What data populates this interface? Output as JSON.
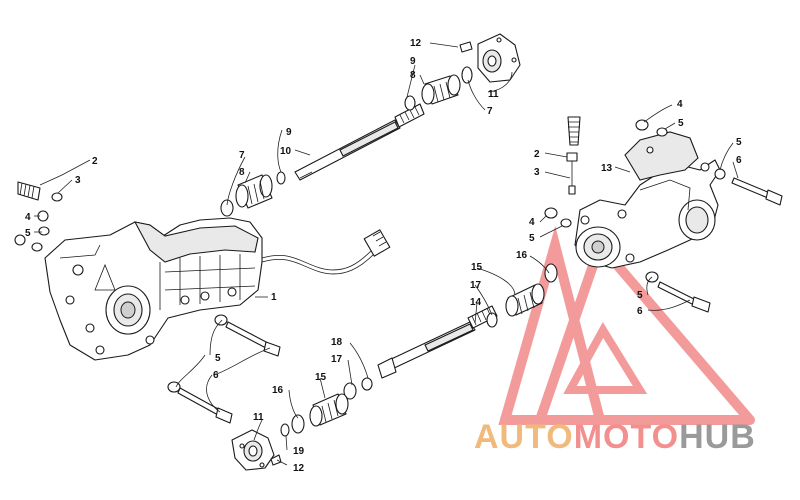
{
  "callouts": [
    {
      "id": "c1",
      "text": "1"
    },
    {
      "id": "c2a",
      "text": "2"
    },
    {
      "id": "c3a",
      "text": "3"
    },
    {
      "id": "c4a",
      "text": "4"
    },
    {
      "id": "c5a",
      "text": "5"
    },
    {
      "id": "c5b",
      "text": "5"
    },
    {
      "id": "c6a",
      "text": "6"
    },
    {
      "id": "c7a",
      "text": "7"
    },
    {
      "id": "c8a",
      "text": "8"
    },
    {
      "id": "c9a",
      "text": "9"
    },
    {
      "id": "c10",
      "text": "10"
    },
    {
      "id": "c12a",
      "text": "12"
    },
    {
      "id": "c9b",
      "text": "9"
    },
    {
      "id": "c8b",
      "text": "8"
    },
    {
      "id": "c11a",
      "text": "11"
    },
    {
      "id": "c7b",
      "text": "7"
    },
    {
      "id": "c4b",
      "text": "4"
    },
    {
      "id": "c5c",
      "text": "5"
    },
    {
      "id": "c5d",
      "text": "5"
    },
    {
      "id": "c6b",
      "text": "6"
    },
    {
      "id": "c2b",
      "text": "2"
    },
    {
      "id": "c3b",
      "text": "3"
    },
    {
      "id": "c13",
      "text": "13"
    },
    {
      "id": "c4c",
      "text": "4"
    },
    {
      "id": "c5e",
      "text": "5"
    },
    {
      "id": "c15a",
      "text": "15"
    },
    {
      "id": "c16a",
      "text": "16"
    },
    {
      "id": "c17a",
      "text": "17"
    },
    {
      "id": "c14",
      "text": "14"
    },
    {
      "id": "c5f",
      "text": "5"
    },
    {
      "id": "c6c",
      "text": "6"
    },
    {
      "id": "c18",
      "text": "18"
    },
    {
      "id": "c17b",
      "text": "17"
    },
    {
      "id": "c16b",
      "text": "16"
    },
    {
      "id": "c15b",
      "text": "15"
    },
    {
      "id": "c11b",
      "text": "11"
    },
    {
      "id": "c19",
      "text": "19"
    },
    {
      "id": "c12b",
      "text": "12"
    }
  ],
  "watermark": {
    "part1": "AUTO",
    "part2": "MOTO",
    "part3": "HUB",
    "color_auto": "#f0b87a",
    "color_moto": "#f08a8a",
    "color_hub": "#9a9a9a",
    "logo_color": "#f07070"
  }
}
